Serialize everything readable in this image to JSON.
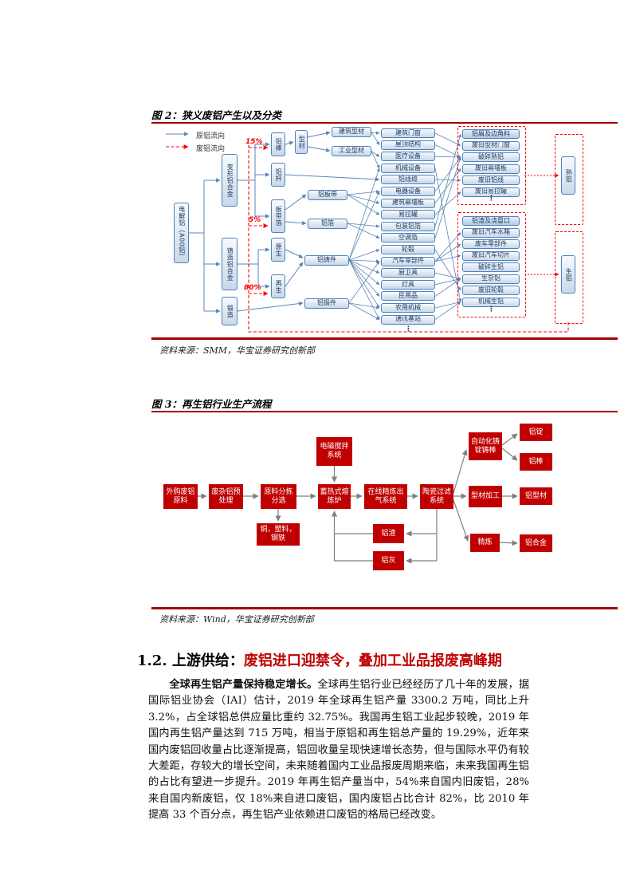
{
  "colors": {
    "accent_red": "#c00000",
    "rule_red": "#a40000",
    "box_blue_border": "#4f81bd",
    "arrow_blue": "#5b86b8",
    "scrap_flow_red": "#ff0000",
    "arrow_gray": "#7f7f7f"
  },
  "fig2": {
    "title": "图 2：狭义废铝产生以及分类",
    "source": "资料来源：SMM，华宝证券研究创新部",
    "legend": {
      "primary": "原铝流向",
      "scrap": "废铝流向"
    },
    "root": "电解铝（A00铝）",
    "alloys": [
      "变形铝合金",
      "铸造铝合金",
      "锻造"
    ],
    "semis": [
      "铝棒",
      "铝杆",
      "板带箔",
      "原生",
      "再生"
    ],
    "percents": [
      "15%",
      "5%",
      "80%"
    ],
    "products": [
      "型材",
      "铝板带",
      "铝箔",
      "铝铸件",
      "铝锻件"
    ],
    "profiles": [
      "建筑型材",
      "工业型材"
    ],
    "apps": [
      "建筑门窗",
      "屋顶结构",
      "医疗设备",
      "机械设备",
      "铝线缆",
      "电器设备",
      "建筑幕墙板",
      "易拉罐",
      "包装铝箔",
      "空调箔",
      "轮毂",
      "汽车零部件",
      "厨卫具",
      "灯具",
      "民用品",
      "农用机械",
      "通讯基站"
    ],
    "scrap_cooked": {
      "header": "铝屑及边角料",
      "items": [
        "废旧型材门窗",
        "破碎熟铝",
        "废旧幕墙板",
        "废旧铝线",
        "废旧易拉罐"
      ]
    },
    "scrap_raw": {
      "header": "铝渣及浇冒口",
      "items": [
        "废旧汽车水箱",
        "废车零部件",
        "废旧汽车切片",
        "破碎生铝",
        "生杂铝",
        "废旧轮毂",
        "机械生铝"
      ]
    },
    "outputs": [
      "熟铝",
      "生铝"
    ],
    "ellipsis": "⋮"
  },
  "fig3": {
    "title": "图 3：再生铝行业生产流程",
    "source": "资料来源：Wind，华宝证券研究创新部",
    "aux": "电磁搅拌系统",
    "chain": [
      "外购废铝原料",
      "废杂铝预处理",
      "原料分拣分选",
      "蓄热式熔炼炉",
      "在线精炼出气系统",
      "陶瓷过滤系统"
    ],
    "reject": "铜，塑料，钢铁",
    "byproducts": [
      "铝渣",
      "铝灰"
    ],
    "branches": [
      "自动化铸锭铸棒",
      "型材加工",
      "精炼"
    ],
    "outputs": [
      "铝锭",
      "铝棒",
      "铝型材",
      "铝合金"
    ]
  },
  "section": {
    "heading_black": "1.2. 上游供给：",
    "heading_red": "废铝进口迎禁令，叠加工业品报废高峰期",
    "para_bold": "全球再生铝产量保持稳定增长。",
    "para_rest": "全球再生铝行业已经经历了几十年的发展，据国际铝业协会（IAI）估计，2019 年全球再生铝产量 3300.2 万吨，同比上升 3.2%，占全球铝总供应量比重约 32.75%。我国再生铝工业起步较晚，2019 年国内再生铝产量达到 715 万吨，相当于原铝和再生铝总产量的 19.29%，近年来国内废铝回收量占比逐渐提高，铝回收量呈现快速增长态势，但与国际水平仍有较大差距，存较大的增长空间，未来随着国内工业品报废周期来临，未来我国再生铝的占比有望进一步提升。2019 年再生铝产量当中，54%来自国内旧废铝，28%来自国内新废铝，仅 18%来自进口废铝，国内废铝占比合计 82%，比 2010 年提高 33 个百分点，再生铝产业依赖进口废铝的格局已经改变。"
  }
}
